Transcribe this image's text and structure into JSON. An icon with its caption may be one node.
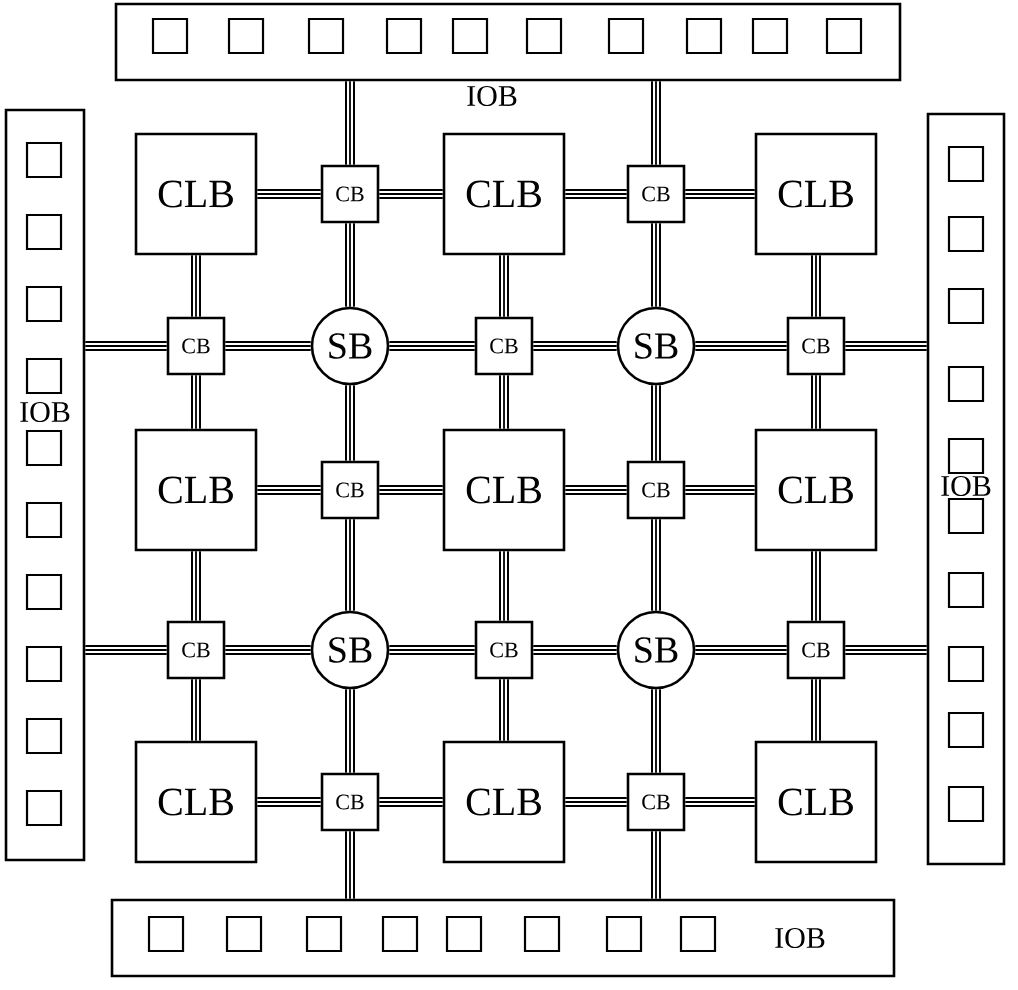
{
  "diagram": {
    "nodes": [
      {
        "text": [
          "IOB"
        ]
      },
      {
        "text": [
          "IOB"
        ]
      },
      {
        "text": [
          "IOB"
        ]
      },
      {
        "text": [
          "CLB"
        ]
      },
      {
        "text": [
          "CB"
        ]
      },
      {
        "text": [
          "CLB"
        ]
      },
      {
        "text": [
          "CB"
        ]
      },
      {
        "text": [
          "CLB"
        ]
      },
      {
        "text": [
          "CB"
        ]
      },
      {
        "text": [
          "SB"
        ]
      },
      {
        "text": [
          "CB"
        ]
      },
      {
        "text": [
          "SB"
        ]
      },
      {
        "text": [
          "CB"
        ]
      },
      {
        "text": [
          "CLB"
        ]
      },
      {
        "text": [
          "CB"
        ]
      },
      {
        "text": [
          "CLB"
        ]
      },
      {
        "text": [
          "CB"
        ]
      },
      {
        "text": [
          "CLB"
        ]
      },
      {
        "text": [
          "CB"
        ]
      },
      {
        "text": [
          "SB"
        ]
      },
      {
        "text": [
          "CB"
        ]
      },
      {
        "text": [
          "SB"
        ]
      },
      {
        "text": [
          "CB"
        ]
      },
      {
        "text": [
          "CLB"
        ]
      },
      {
        "text": [
          "CB"
        ]
      },
      {
        "text": [
          "CLB"
        ]
      },
      {
        "text": [
          "CB"
        ]
      },
      {
        "text": [
          "CLB"
        ]
      },
      {
        "text": [
          "IOB"
        ]
      }
    ],
    "edges": [
      {
        "from": 0,
        "to": 4,
        "arrow": "none"
      },
      {
        "from": 0,
        "to": 6,
        "arrow": "none"
      },
      {
        "from": 1,
        "to": 8,
        "arrow": "none"
      },
      {
        "from": 1,
        "to": 18,
        "arrow": "none"
      },
      {
        "from": 2,
        "to": 12,
        "arrow": "none"
      },
      {
        "from": 2,
        "to": 22,
        "arrow": "none"
      },
      {
        "from": 3,
        "to": 4,
        "arrow": "none"
      },
      {
        "from": 4,
        "to": 5,
        "arrow": "none"
      },
      {
        "from": 5,
        "to": 6,
        "arrow": "none"
      },
      {
        "from": 6,
        "to": 7,
        "arrow": "none"
      },
      {
        "from": 3,
        "to": 8,
        "arrow": "none"
      },
      {
        "from": 4,
        "to": 9,
        "arrow": "none"
      },
      {
        "from": 5,
        "to": 10,
        "arrow": "none"
      },
      {
        "from": 6,
        "to": 11,
        "arrow": "none"
      },
      {
        "from": 7,
        "to": 12,
        "arrow": "none"
      },
      {
        "from": 8,
        "to": 9,
        "arrow": "none"
      },
      {
        "from": 9,
        "to": 10,
        "arrow": "none"
      },
      {
        "from": 10,
        "to": 11,
        "arrow": "none"
      },
      {
        "from": 11,
        "to": 12,
        "arrow": "none"
      },
      {
        "from": 8,
        "to": 13,
        "arrow": "none"
      },
      {
        "from": 9,
        "to": 14,
        "arrow": "none"
      },
      {
        "from": 10,
        "to": 15,
        "arrow": "none"
      },
      {
        "from": 11,
        "to": 16,
        "arrow": "none"
      },
      {
        "from": 12,
        "to": 17,
        "arrow": "none"
      },
      {
        "from": 13,
        "to": 14,
        "arrow": "none"
      },
      {
        "from": 14,
        "to": 15,
        "arrow": "none"
      },
      {
        "from": 15,
        "to": 16,
        "arrow": "none"
      },
      {
        "from": 16,
        "to": 17,
        "arrow": "none"
      },
      {
        "from": 13,
        "to": 18,
        "arrow": "none"
      },
      {
        "from": 14,
        "to": 19,
        "arrow": "none"
      },
      {
        "from": 15,
        "to": 20,
        "arrow": "none"
      },
      {
        "from": 16,
        "to": 21,
        "arrow": "none"
      },
      {
        "from": 17,
        "to": 22,
        "arrow": "none"
      },
      {
        "from": 18,
        "to": 19,
        "arrow": "none"
      },
      {
        "from": 19,
        "to": 20,
        "arrow": "none"
      },
      {
        "from": 20,
        "to": 21,
        "arrow": "none"
      },
      {
        "from": 21,
        "to": 22,
        "arrow": "none"
      },
      {
        "from": 18,
        "to": 23,
        "arrow": "none"
      },
      {
        "from": 19,
        "to": 24,
        "arrow": "none"
      },
      {
        "from": 20,
        "to": 25,
        "arrow": "none"
      },
      {
        "from": 21,
        "to": 26,
        "arrow": "none"
      },
      {
        "from": 22,
        "to": 27,
        "arrow": "none"
      },
      {
        "from": 23,
        "to": 24,
        "arrow": "none"
      },
      {
        "from": 24,
        "to": 25,
        "arrow": "none"
      },
      {
        "from": 25,
        "to": 26,
        "arrow": "none"
      },
      {
        "from": 26,
        "to": 27,
        "arrow": "none"
      },
      {
        "from": 24,
        "to": 28,
        "arrow": "none"
      },
      {
        "from": 26,
        "to": 28,
        "arrow": "none"
      }
    ]
  }
}
